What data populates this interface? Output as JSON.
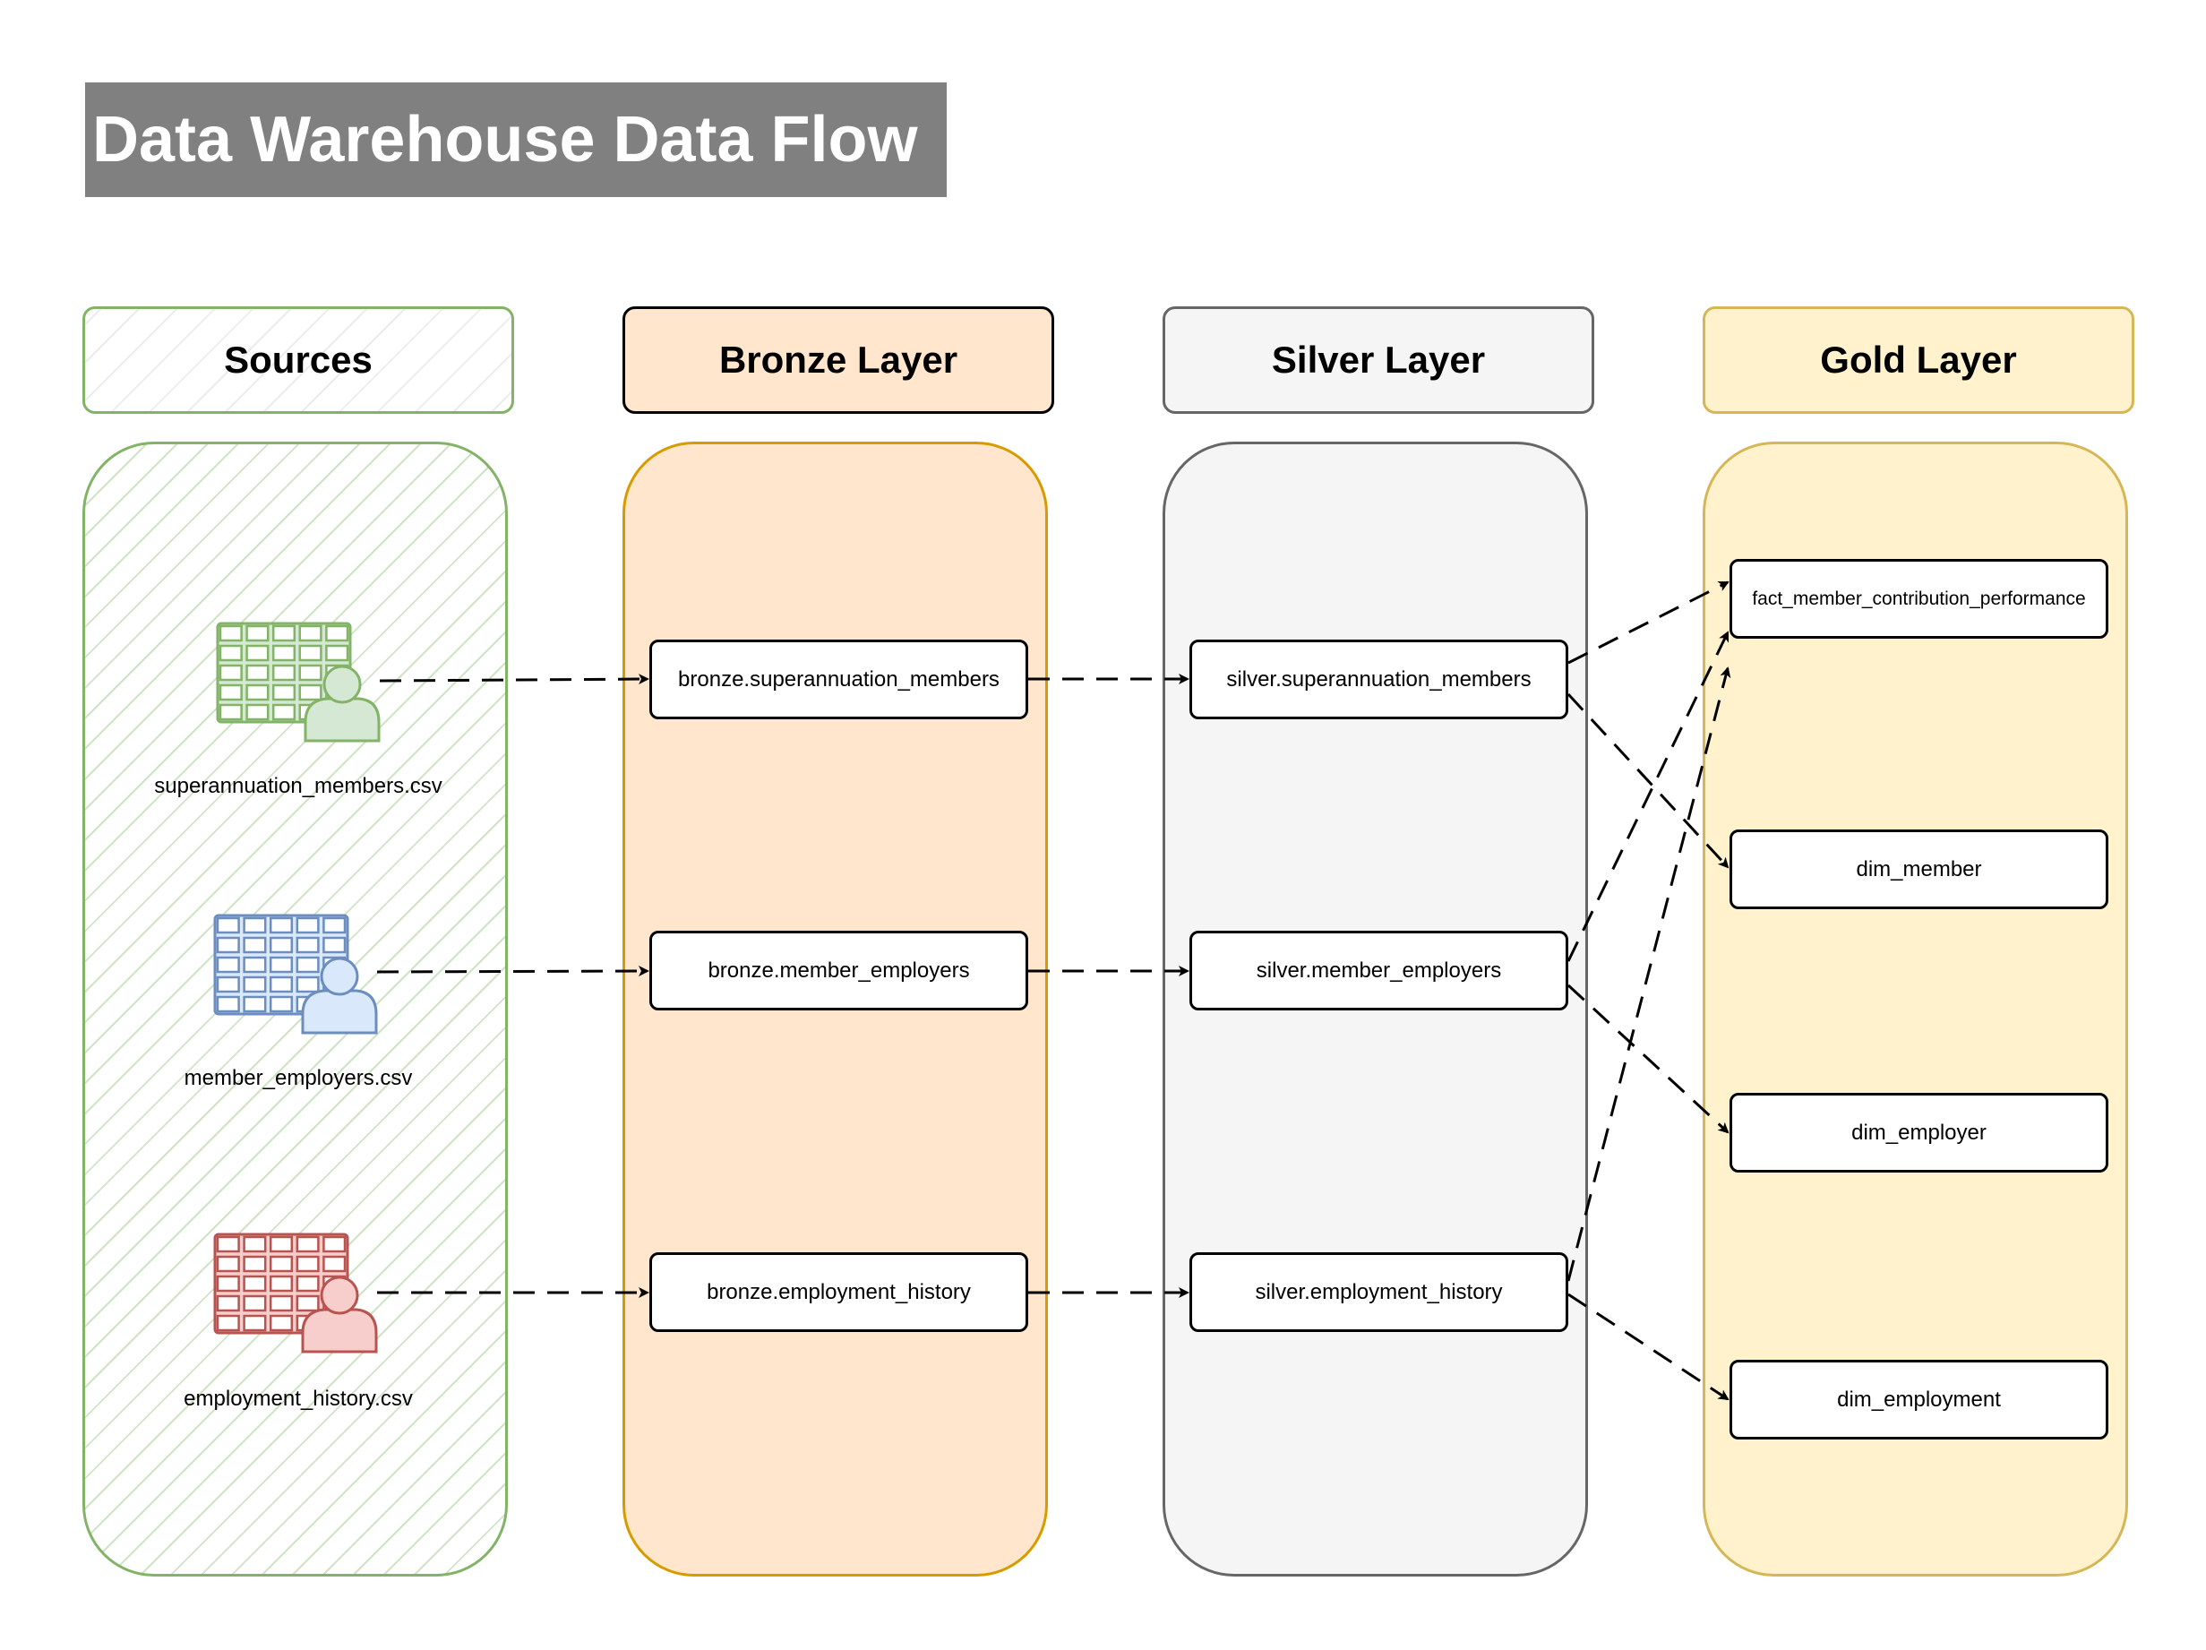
{
  "title": "Data Warehouse Data Flow",
  "layers": [
    {
      "id": "sources",
      "label": "Sources",
      "border": "#82b366",
      "fill": "#ffffff"
    },
    {
      "id": "bronze",
      "label": "Bronze Layer",
      "border": "#d79b00",
      "fill": "#ffe6cc"
    },
    {
      "id": "silver",
      "label": "Silver Layer",
      "border": "#666666",
      "fill": "#f5f5f5"
    },
    {
      "id": "gold",
      "label": "Gold Layer",
      "border": "#d6b656",
      "fill": "#fff2cc"
    }
  ],
  "sources": [
    {
      "label": "superannuation_members.csv",
      "color": "#82b366",
      "fill": "#d5e8d4"
    },
    {
      "label": "member_employers.csv",
      "color": "#6c8ebf",
      "fill": "#dae8fc"
    },
    {
      "label": "employment_history.csv",
      "color": "#b85450",
      "fill": "#f8cecc"
    }
  ],
  "bronze": [
    "bronze.superannuation_members",
    "bronze.member_employers",
    "bronze.employment_history"
  ],
  "silver": [
    "silver.superannuation_members",
    "silver.member_employers",
    "silver.employment_history"
  ],
  "gold": [
    "fact_member_contribution_performance",
    "dim_member",
    "dim_employer",
    "dim_employment"
  ]
}
